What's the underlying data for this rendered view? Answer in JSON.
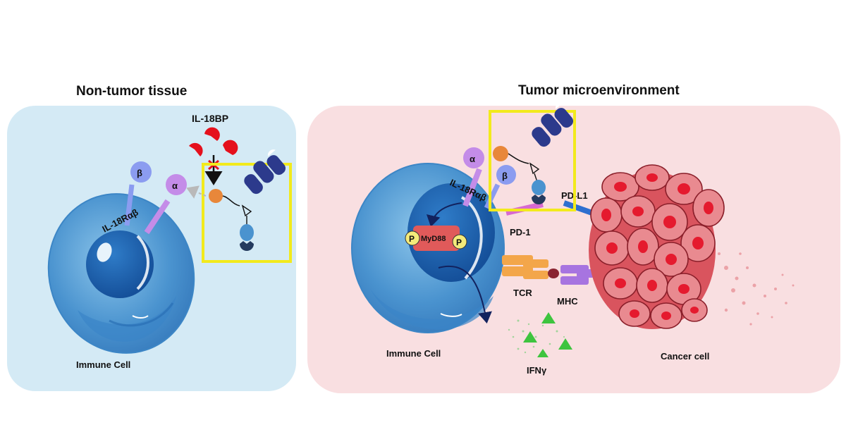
{
  "panels": {
    "left": {
      "title": "Non-tumor tissue",
      "labels": {
        "binding_protein": "IL-18BP",
        "receptor_beta": "β",
        "receptor_alpha": "α",
        "receptor": "IL-18Rαβ",
        "cell": "Immune Cell"
      }
    },
    "right": {
      "title": "Tumor microenvironment",
      "labels": {
        "receptor_alpha": "α",
        "receptor_beta": "β",
        "receptor": "IL-18Rαβ",
        "phospho_left": "P",
        "adaptor": "MyD88",
        "phospho_right": "P",
        "pd_l1": "PD-L1",
        "pd_1": "PD-1",
        "tcr": "TCR",
        "mhc": "MHC",
        "cytokine": "IFNγ",
        "immune_cell": "Immune Cell",
        "cancer_cell": "Cancer cell"
      }
    }
  },
  "colors": {
    "left_panel_bg": "#d4eaf5",
    "right_panel_bg": "#f9dfe1",
    "cell_blue": "#4a93cf",
    "nucleus_blue": "#1f64ad",
    "highlight_box": "#f2ea1c",
    "il18": "#e8873a",
    "il18bp": "#e5101c",
    "antibody": "#2c3a8c",
    "receptor_alpha": "#c48ce8",
    "receptor_beta": "#8b9cf0",
    "myd88": "#e05a5a",
    "phospho": "#f4ea7a",
    "tcr": "#f3a64a",
    "mhc": "#a774e0",
    "pd_l1": "#2e6fcf",
    "ifng": "#3ec43e",
    "cancer": "#e76570",
    "cancer_nucleus": "#e51a2e"
  }
}
